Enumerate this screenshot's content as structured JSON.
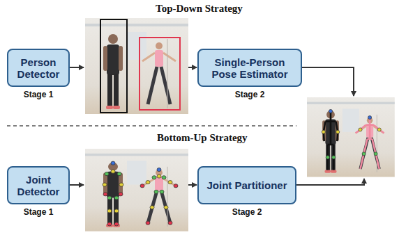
{
  "diagram": {
    "nodes": [
      {
        "text": [
          "Person Detector",
          "Stage 1"
        ]
      },
      {
        "text": [
          "Single-Person Pose Estimator",
          "Stage 2"
        ]
      },
      {
        "text": [
          "Joint Detector",
          "Stage 1"
        ]
      },
      {
        "text": [
          "Joint Partitioner",
          "Stage 2"
        ]
      }
    ],
    "labels": [
      "Top-Down Strategy",
      "Bottom-Up Strategy"
    ]
  }
}
